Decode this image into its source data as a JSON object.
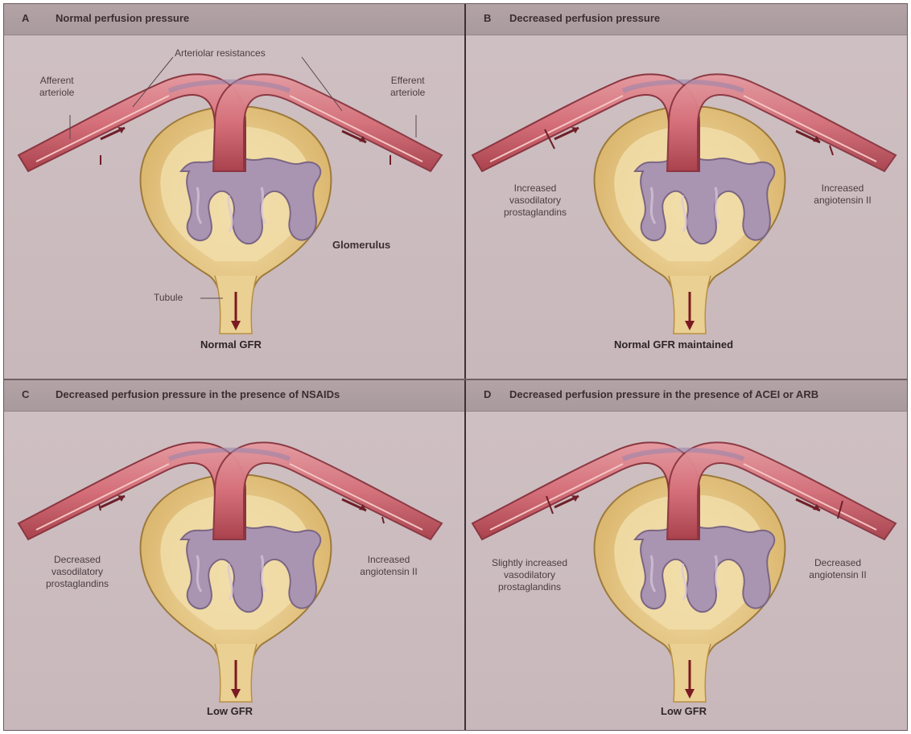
{
  "panels": {
    "a": {
      "letter": "A",
      "title": "Normal perfusion pressure",
      "arteriolar_resistances": "Arteriolar resistances",
      "afferent_line1": "Afferent",
      "afferent_line2": "arteriole",
      "efferent_line1": "Efferent",
      "efferent_line2": "arteriole",
      "glomerulus": "Glomerulus",
      "tubule": "Tubule",
      "result": "Normal GFR"
    },
    "b": {
      "letter": "B",
      "title": "Decreased perfusion pressure",
      "left_line1": "Increased",
      "left_line2": "vasodilatory",
      "left_line3": "prostaglandins",
      "right_line1": "Increased",
      "right_line2": "angiotensin II",
      "result": "Normal GFR maintained"
    },
    "c": {
      "letter": "C",
      "title": "Decreased perfusion pressure in the presence of NSAIDs",
      "left_line1": "Decreased",
      "left_line2": "vasodilatory",
      "left_line3": "prostaglandins",
      "right_line1": "Increased",
      "right_line2": "angiotensin II",
      "result": "Low GFR"
    },
    "d": {
      "letter": "D",
      "title": "Decreased perfusion pressure in the presence of ACEI or ARB",
      "left_line1": "Slightly increased",
      "left_line2": "vasodilatory",
      "left_line3": "prostaglandins",
      "right_line1": "Decreased",
      "right_line2": "angiotensin II",
      "result": "Low GFR"
    }
  },
  "colors": {
    "vessel": "#d5707a",
    "vessel_dark": "#a9424d",
    "capsule": "#e3c27a",
    "capsule_inner": "#f0dca6",
    "capillary": "#a995b1",
    "background": "#cdbdc0",
    "header": "#ad9fa2"
  }
}
